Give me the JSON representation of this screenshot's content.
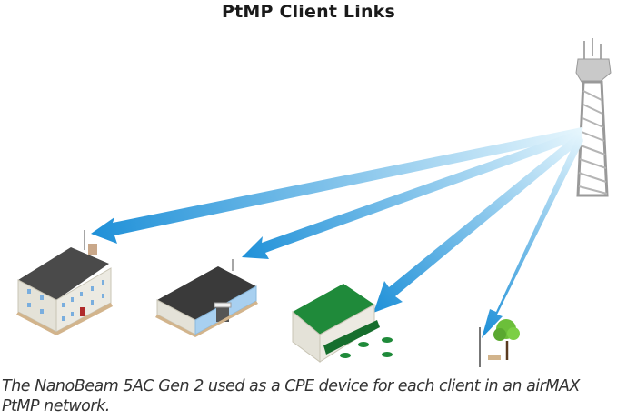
{
  "title": "PtMP Client Links",
  "caption": "The NanoBeam 5AC Gen 2 used as a CPE device for each client in an airMAX PtMP network.",
  "colors": {
    "beam_light": "#d8f0fb",
    "beam_dark": "#1e90d8",
    "roof_gray": "#4a4a4a",
    "roof_green": "#1f8a3a",
    "wall": "#e4e2d8"
  },
  "diagram": {
    "source": {
      "label": "tower",
      "icon": "cell-tower-icon"
    },
    "links": [
      {
        "target": "two-story-house"
      },
      {
        "target": "office-building"
      },
      {
        "target": "cafe"
      },
      {
        "target": "park-lamp-post"
      }
    ]
  }
}
